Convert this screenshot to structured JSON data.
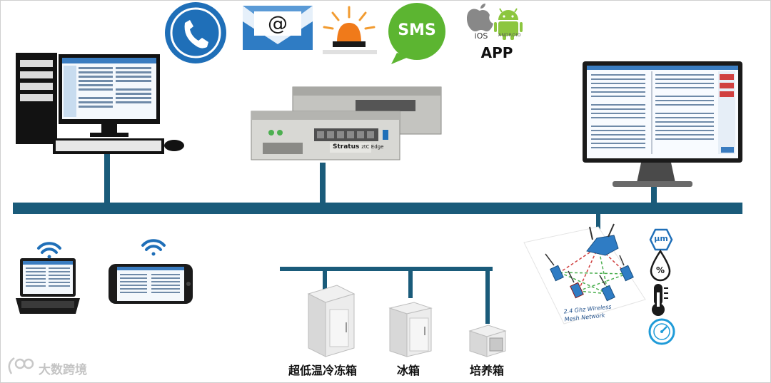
{
  "notifications": {
    "sms": "SMS",
    "ios": "iOS",
    "android": "ANDROID",
    "app": "APP",
    "email_symbol": "@"
  },
  "server": {
    "brand": "Stratus",
    "model": "ztC Edge"
  },
  "wireless": {
    "line1": "2.4 Ghz Wireless",
    "line2": "Mesh Network"
  },
  "sensors": {
    "micron": "μm",
    "humidity": "%"
  },
  "devices": {
    "ultra_low_freezer": "超低温冷冻箱",
    "refrigerator": "冰箱",
    "incubator": "培养箱"
  },
  "watermark": "大数跨境",
  "colors": {
    "bus": "#1a5b7a",
    "accent_blue": "#1f6fb8",
    "sms_green": "#5cb531",
    "android_green": "#8cc63f"
  }
}
